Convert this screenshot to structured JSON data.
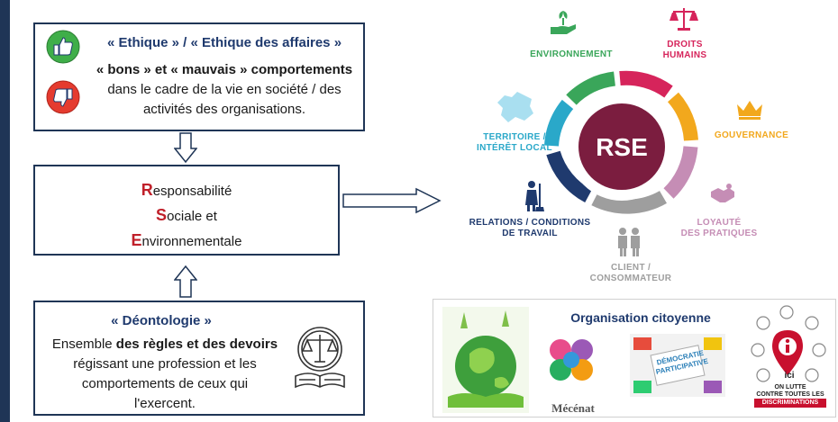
{
  "ethique": {
    "title": "« Ethique » / « Ethique des affaires »",
    "line1_bold": "« bons » et « mauvais » comportements",
    "line2": "dans le cadre de la vie en société / des",
    "line3": "activités des organisations."
  },
  "rse": {
    "line1_cap": "R",
    "line1_rest": "esponsabilité",
    "line2_cap": "S",
    "line2_rest": "ociale et",
    "line3_cap": "E",
    "line3_rest": "nvironnementale"
  },
  "deontologie": {
    "title": "« Déontologie »",
    "line1_normal": "Ensemble ",
    "line1_bold": "des règles et des devoirs",
    "line2": "régissant une profession et les",
    "line3": "comportements de ceux qui",
    "line4": "l'exercent."
  },
  "wheel": {
    "center": "RSE",
    "environnement": "ENVIRONNEMENT",
    "droits_1": "DROITS",
    "droits_2": "HUMAINS",
    "gouvernance": "GOUVERNANCE",
    "loyaute_1": "LOYAUTÉ",
    "loyaute_2": "DES PRATIQUES",
    "client_1": "CLIENT /",
    "client_2": "CONSOMMATEUR",
    "relations_1": "RELATIONS / CONDITIONS",
    "relations_2": "DE TRAVAIL",
    "territoire_1": "TERRITOIRE /",
    "territoire_2": "INTÉRÊT LOCAL",
    "colors": {
      "environnement": "#3aa65a",
      "droits": "#d6245b",
      "gouvernance": "#f2a81d",
      "loyaute": "#c58db5",
      "client": "#9e9e9e",
      "relations": "#1f3a6e",
      "territoire": "#2aa8c9",
      "center": "#7b1d3f"
    }
  },
  "organisation": {
    "title": "Organisation citoyenne",
    "mecenat": "Mécénat",
    "democratie_1": "DÉMOCRATIE",
    "democratie_2": "PARTICIPATIVE",
    "ici": "ici",
    "discrim_1": "ON LUTTE",
    "discrim_2": "CONTRE TOUTES LES",
    "discrim_3": "DISCRIMINATIONS"
  }
}
